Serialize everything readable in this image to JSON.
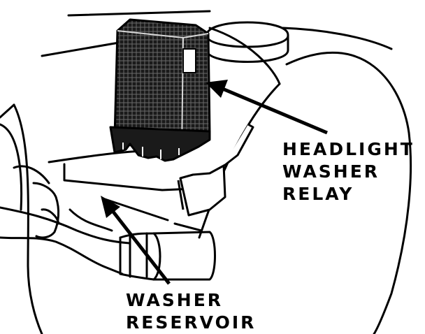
{
  "labels": {
    "headlight_washer_relay": [
      "HEADLIGHT",
      "WASHER",
      "RELAY"
    ],
    "washer_reservoir": [
      "WASHER",
      "RESERVOIR"
    ]
  },
  "colors": {
    "ink": "#000000",
    "paper": "#ffffff"
  }
}
